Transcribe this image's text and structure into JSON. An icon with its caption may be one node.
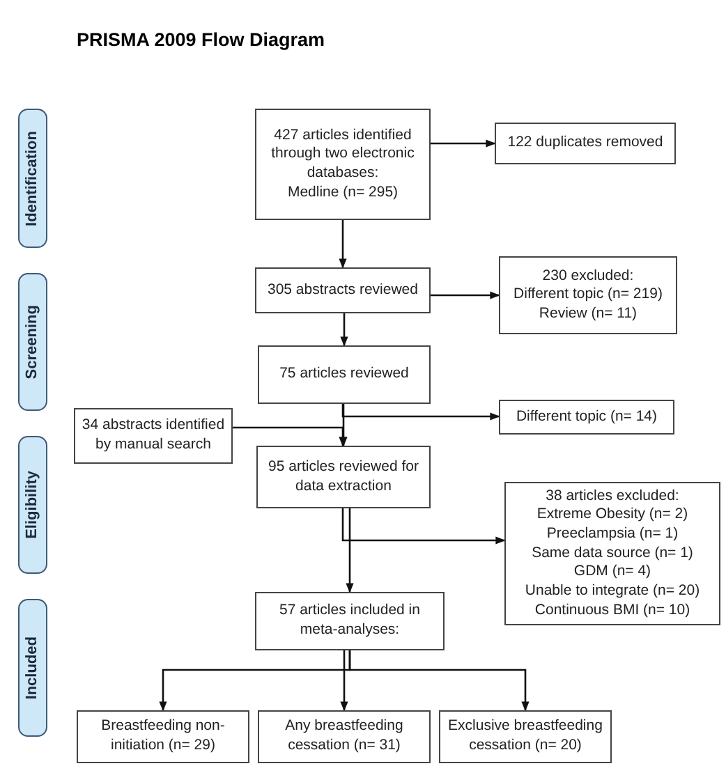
{
  "diagram": {
    "title": "PRISMA 2009 Flow Diagram",
    "nodes": [
      {
        "text": [
          "Identification"
        ]
      },
      {
        "text": [
          "Screening"
        ]
      },
      {
        "text": [
          "Eligibility"
        ]
      },
      {
        "text": [
          "Included"
        ]
      },
      {
        "text": [
          "427 articles identified through two electronic databases:",
          "Medline (n= 295)"
        ]
      },
      {
        "text": [
          "122 duplicates removed"
        ]
      },
      {
        "text": [
          "305 abstracts reviewed"
        ]
      },
      {
        "text": [
          "230 excluded:",
          "Different topic (n= 219)",
          "Review (n= 11)"
        ]
      },
      {
        "text": [
          "75 articles reviewed"
        ]
      },
      {
        "text": [
          "Different topic (n= 14)"
        ]
      },
      {
        "text": [
          "34 abstracts identified by manual search"
        ]
      },
      {
        "text": [
          "95 articles reviewed for data extraction"
        ]
      },
      {
        "text": [
          "38 articles excluded:",
          "Extreme Obesity (n= 2)",
          "Preeclampsia (n= 1)",
          "Same data source (n= 1)",
          "GDM (n= 4)",
          "Unable to integrate (n= 20)",
          "Continuous BMI (n= 10)"
        ]
      },
      {
        "text": [
          "57 articles included in meta-analyses:"
        ]
      },
      {
        "text": [
          "Breastfeeding non-initiation (n= 29)"
        ]
      },
      {
        "text": [
          "Any breastfeeding cessation (n= 31)"
        ]
      },
      {
        "text": [
          "Exclusive breastfeeding cessation (n= 20)"
        ]
      }
    ],
    "edges": [
      {
        "from": 4,
        "to": 6,
        "arrow": "to"
      },
      {
        "from": 4,
        "to": 5,
        "arrow": "to"
      },
      {
        "from": 6,
        "to": 7,
        "arrow": "to"
      },
      {
        "from": 6,
        "to": 8,
        "arrow": "to"
      },
      {
        "from": 8,
        "to": 11,
        "arrow": "to"
      },
      {
        "from": 8,
        "to": 9,
        "arrow": "to"
      },
      {
        "from": 10,
        "to": 11,
        "arrow": "to"
      },
      {
        "from": 11,
        "to": 13,
        "arrow": "to"
      },
      {
        "from": 11,
        "to": 12,
        "arrow": "to"
      },
      {
        "from": 13,
        "to": 14,
        "arrow": "to"
      },
      {
        "from": 13,
        "to": 15,
        "arrow": "to"
      },
      {
        "from": 13,
        "to": 16,
        "arrow": "to"
      }
    ]
  }
}
